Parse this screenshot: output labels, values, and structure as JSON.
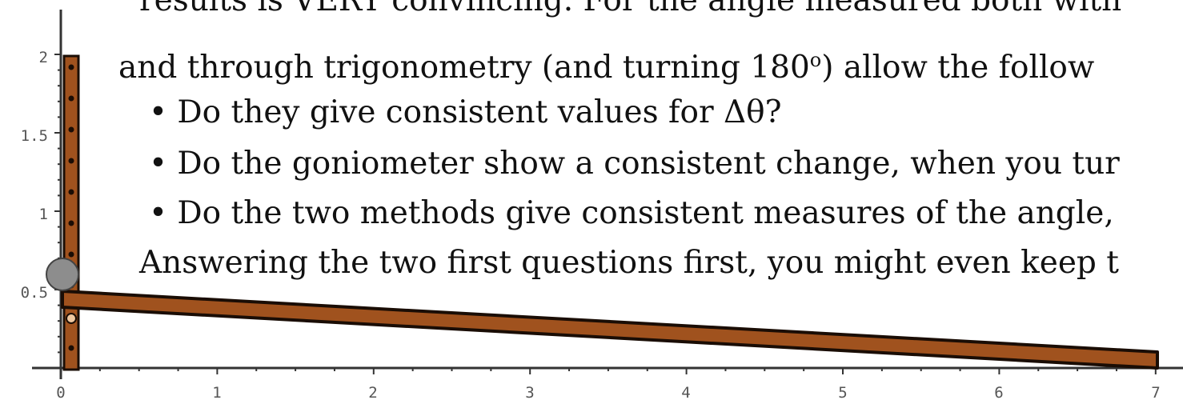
{
  "text": {
    "line1": "results is VERY convincing. For the angle measured both with",
    "line2_pre": "and through trigonometry (and turning 180",
    "line2_sup": "o",
    "line2_post": ") allow the follow",
    "bullet1": "• Do they give consistent values for Δθ?",
    "bullet2": "• Do the goniometer show a consistent change, when you tur",
    "bullet3": "• Do the two methods give consistent measures of the angle,",
    "line6": "Answering the two first questions first, you might even keep t"
  },
  "axes": {
    "x_tick_labels": [
      "0",
      "1",
      "2",
      "3",
      "4",
      "5",
      "6",
      "7"
    ],
    "y_tick_labels": [
      "0.5",
      "1",
      "1.5",
      "2"
    ]
  },
  "colors": {
    "wood": "#a0521e",
    "outline": "#1a0d05",
    "axis": "#333333",
    "ball": "#8d8d8d"
  }
}
